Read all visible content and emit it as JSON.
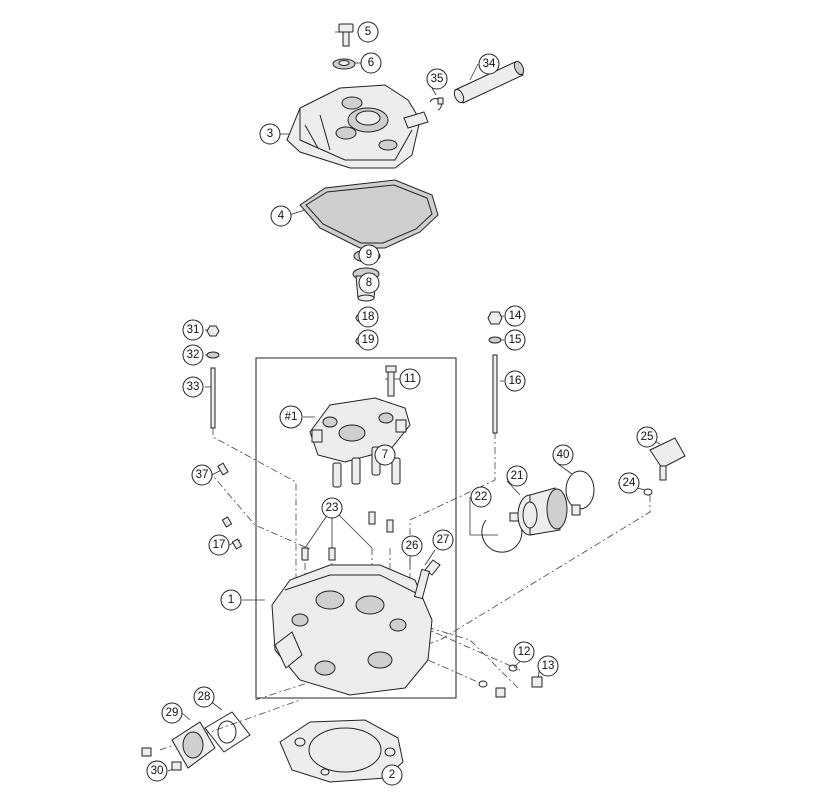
{
  "callouts": {
    "c1": "1",
    "c2": "2",
    "c3": "3",
    "c4": "4",
    "c5": "5",
    "c6": "6",
    "c7": "7",
    "c8": "8",
    "c9": "9",
    "c11": "11",
    "c12": "12",
    "c13": "13",
    "c14": "14",
    "c15": "15",
    "c16": "16",
    "c17": "17",
    "c18": "18",
    "c19": "19",
    "c21": "21",
    "c22": "22",
    "c23": "23",
    "c24": "24",
    "c25": "25",
    "c26": "26",
    "c27": "27",
    "c28": "28",
    "c29": "29",
    "c30": "30",
    "c31": "31",
    "c32": "32",
    "c33": "33",
    "c34": "34",
    "c35": "35",
    "c37": "37",
    "c40": "40",
    "h1": "#1"
  }
}
